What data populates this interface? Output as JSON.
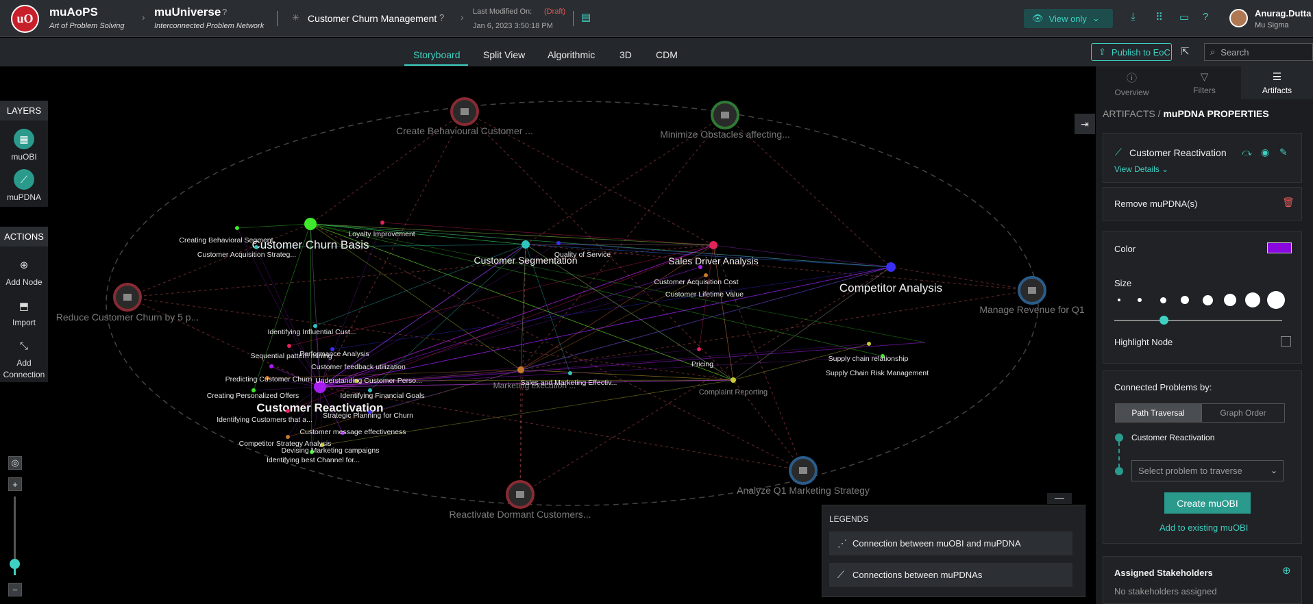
{
  "header": {
    "logo_text": "uO",
    "app_title": "muAoPS",
    "app_subtitle": "Art of Problem Solving",
    "universe_title": "muUniverse",
    "universe_subtitle": "Interconnected Problem Network",
    "project_name": "Customer Churn Management",
    "last_modified_label": "Last Modified On:",
    "status": "(Draft)",
    "last_modified_date": "Jan 6, 2023 3:50:18 PM",
    "view_mode": "View only",
    "user_name": "Anurag.Dutta",
    "user_org": "Mu Sigma"
  },
  "subbar": {
    "tabs": [
      "Storyboard",
      "Split View",
      "Algorithmic",
      "3D",
      "CDM"
    ],
    "active_tab": "Storyboard",
    "publish_label": "Publish to EoC",
    "search_placeholder": "Search"
  },
  "left_panel": {
    "layers_title": "LAYERS",
    "layers": [
      {
        "label": "muOBI",
        "icon": "grid-icon"
      },
      {
        "label": "muPDNA",
        "icon": "dna-icon"
      }
    ],
    "actions_title": "ACTIONS",
    "actions": [
      {
        "label": "Add Node",
        "icon": "add-node-icon"
      },
      {
        "label": "Import",
        "icon": "import-icon"
      },
      {
        "label": "Add Connection",
        "label_line1": "Add",
        "label_line2": "Connection",
        "icon": "connection-icon"
      }
    ]
  },
  "graph": {
    "obi_nodes": [
      "Create Behavioural Customer ...",
      "Minimize Obstacles affecting...",
      "Reduce Customer Churn by 5 p...",
      "Manage Revenue for Q1",
      "Analyze Q1 Marketing Strategy",
      "Reactivate Dormant Customers..."
    ],
    "hub_nodes": [
      {
        "label": "Customer Churn Basis",
        "color": "#3ee82a"
      },
      {
        "label": "Customer Segmentation",
        "color": "#2fc4c0"
      },
      {
        "label": "Sales Driver Analysis",
        "color": "#e0245a"
      },
      {
        "label": "Competitor Analysis",
        "color": "#3a2ef0"
      },
      {
        "label": "Customer Reactivation",
        "color": "#a61ef0"
      },
      {
        "label": "Marketing execution ...",
        "color": "#c77a2a"
      },
      {
        "label": "Complaint Reporting",
        "color": "#c8c834"
      }
    ],
    "small_labels": [
      "Creating Behavioral Segment",
      "Customer Acquisition Strateg...",
      "Loyalty Improvement",
      "Quality of Service",
      "Customer Acquisition Cost",
      "Customer Lifetime Value",
      "Supply chain relationship",
      "Supply Chain Risk Management",
      "Identifying Influential Cust...",
      "Sequential pattern mining",
      "Performance Analysis",
      "Customer feedback utilization",
      "Predicting Customer Churn",
      "Understanding Customer Perso...",
      "Creating Personalized Offers",
      "Identifying Financial Goals",
      "Identifying Customers that a...",
      "Strategic Planning for Churn",
      "Customer message effectiveness",
      "Competitor Strategy Analysis",
      "Devising Marketing campaigns",
      "Identifying best Channel for...",
      "Sales and Marketing Effectiv...",
      "Pricing"
    ]
  },
  "legends": {
    "title": "LEGENDS",
    "items": [
      {
        "label": "Connection between muOBI and muPDNA",
        "icon": "dashed-line-icon"
      },
      {
        "label": "Connections between muPDNAs",
        "icon": "solid-line-icon"
      }
    ]
  },
  "right_panel": {
    "tabs": [
      {
        "label": "Overview",
        "icon": "info-icon"
      },
      {
        "label": "Filters",
        "icon": "filter-icon"
      },
      {
        "label": "Artifacts",
        "icon": "list-icon"
      }
    ],
    "active_tab": "Artifacts",
    "breadcrumb_root": "ARTIFACTS",
    "breadcrumb_sep": "/",
    "breadcrumb_current": "muPDNA PROPERTIES",
    "selected_name": "Customer Reactivation",
    "view_details": "View Details",
    "remove_label": "Remove muPDNA(s)",
    "color_label": "Color",
    "color_value": "#8a08e0",
    "size_label": "Size",
    "size_level": 0.3,
    "highlight_label": "Highlight Node",
    "connected_title": "Connected Problems by:",
    "seg_options": [
      "Path Traversal",
      "Graph Order"
    ],
    "seg_active": "Path Traversal",
    "traverse_start": "Customer Reactivation",
    "select_placeholder": "Select problem to traverse",
    "create_button": "Create muOBI",
    "add_existing": "Add to existing muOBI",
    "stakeholders_title": "Assigned Stakeholders",
    "stakeholders_empty": "No stakeholders assigned"
  }
}
